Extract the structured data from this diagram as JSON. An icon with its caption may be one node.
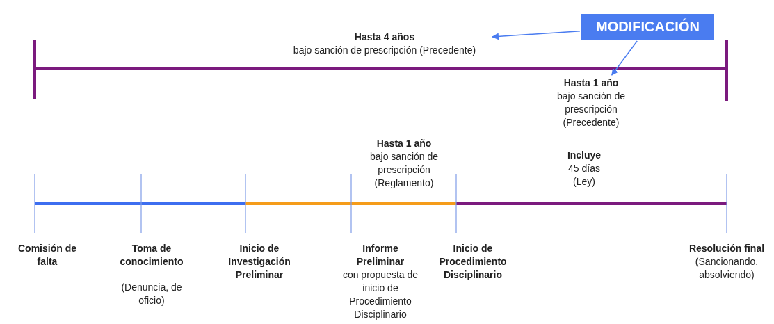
{
  "diagram": {
    "nodes": [
      {
        "text": [
          "MODIFICACIÓN"
        ]
      },
      {
        "text": [
          "Hasta 4 años",
          "bajo sanción de prescripción (Precedente)"
        ]
      },
      {
        "text": [
          "Hasta 1 año",
          "bajo sanción de prescripción (Precedente)"
        ]
      }
    ],
    "edges": [
      {
        "from": 0,
        "to": 1,
        "arrow": "to"
      },
      {
        "from": 0,
        "to": 2,
        "arrow": "to"
      }
    ],
    "labels": [
      "Hasta 1 año",
      "bajo sanción de prescripción (Reglamento)",
      "Incluye",
      "45 días (Ley)",
      "Comisión de falta",
      "Toma de conocimiento",
      "(Denuncia, de oficio)",
      "Inicio de Investigación Preliminar",
      "Informe Preliminar",
      "con propuesta de inicio de Procedimiento Disciplinario",
      "Inicio de Procedimiento Disciplinario",
      "Resolución final",
      "(Sancionando, absolviendo)"
    ]
  }
}
